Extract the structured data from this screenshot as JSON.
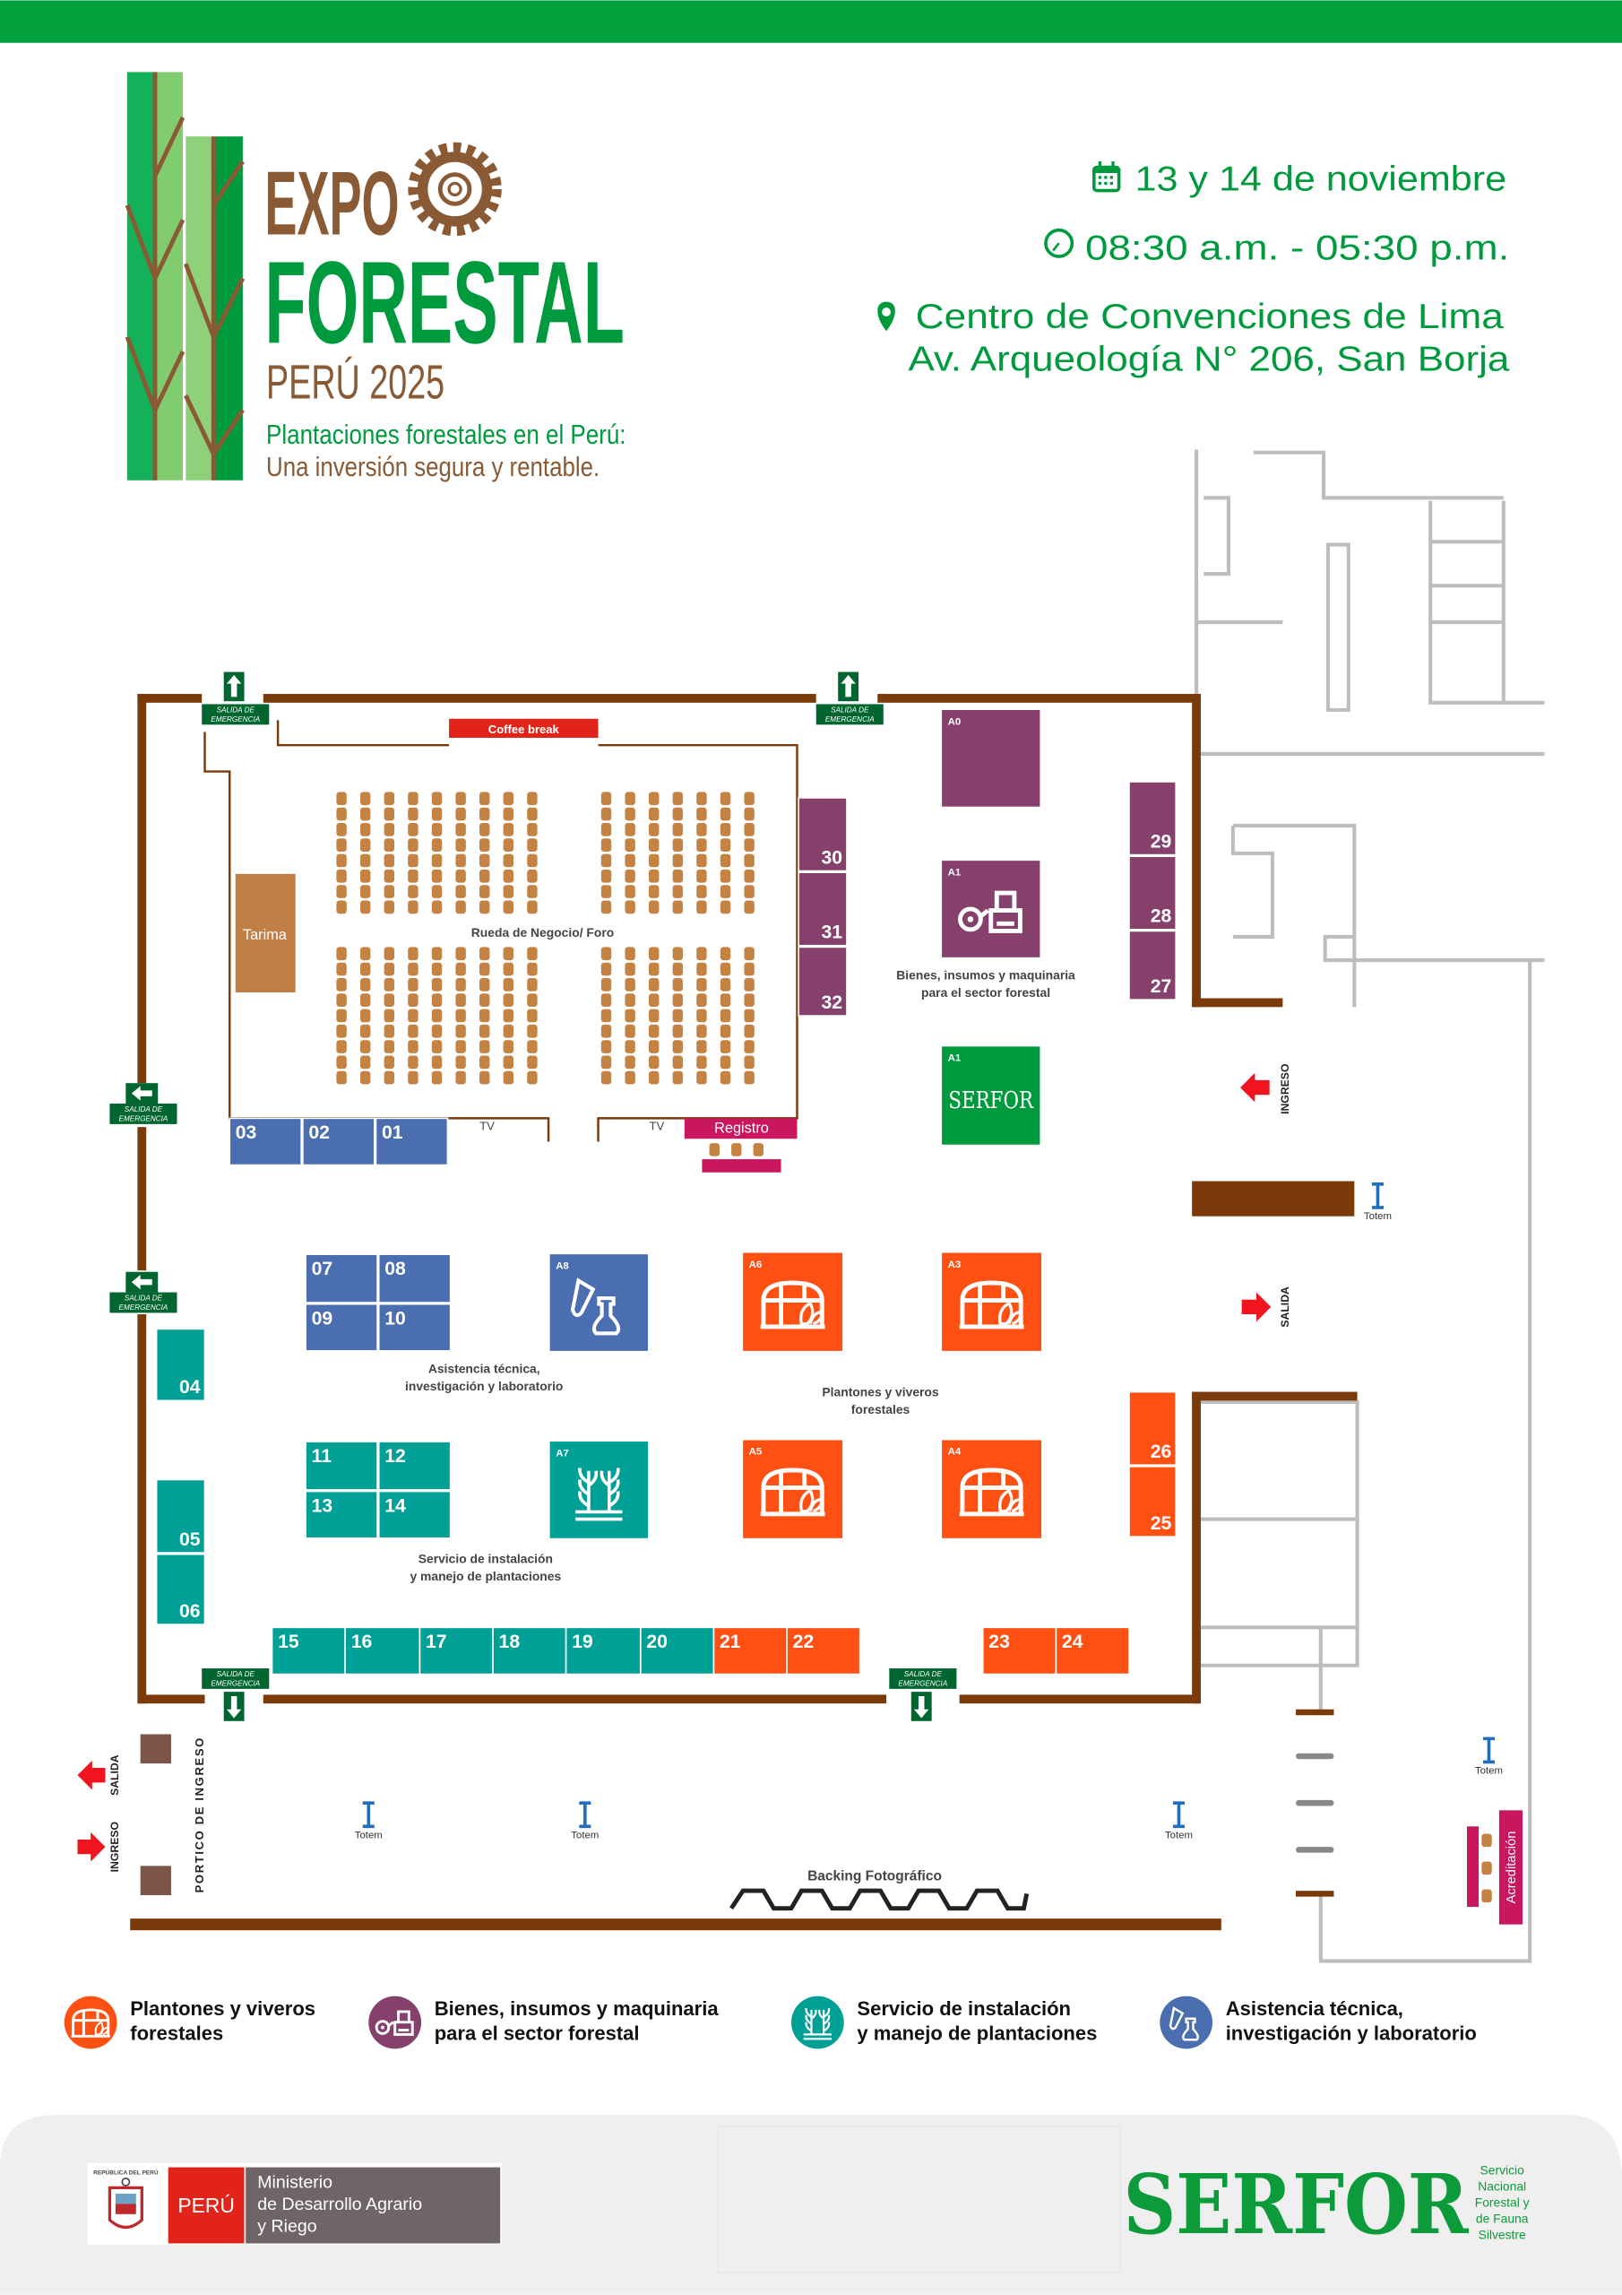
{
  "colors": {
    "green": "#009a3e",
    "brown_wall": "#7a3a0a",
    "logo_brown": "#8a5a35",
    "purple": "#86406c",
    "blue": "#4a6eb0",
    "teal": "#00a096",
    "orange": "#ff5014",
    "magenta": "#c8175f",
    "seat": "#c48243",
    "exit_green": "#00652e",
    "arrow_red": "#f0141e"
  },
  "logo": {
    "line1": "EXPO",
    "line2": "FORESTAL",
    "line3": "PERÚ 2025",
    "tagline1": "Plantaciones forestales en el Perú:",
    "tagline2": "Una inversión segura y rentable."
  },
  "event_info": {
    "date": "13 y 14 de noviembre",
    "date_icon": "calendar-icon",
    "time": "08:30 a.m. - 05:30 p.m.",
    "time_icon": "clock-icon",
    "venue": "Centro de Convenciones de Lima",
    "venue_icon": "location-pin-icon",
    "address": "Av. Arqueología N° 206, San Borja"
  },
  "floorplan": {
    "coffee_break": "Coffee break",
    "stage": "Tarima",
    "forum": "Rueda de Negocio/ Foro",
    "tv": "TV",
    "registration": "Registro",
    "emergency_exit": [
      "SALIDA DE",
      "EMERGENCIA"
    ],
    "entrance": "INGRESO",
    "exit": "SALIDA",
    "totem": "Totem",
    "portico": "PORTICO DE INGRESO",
    "backing": "Backing Fotográfico",
    "accreditation": "Acreditación",
    "serfor_booth": "SERFOR",
    "zone_labels": {
      "machinery": [
        "Bienes, insumos y maquinaria",
        "para el sector forestal"
      ],
      "assistance": [
        "Asistencia técnica,",
        "investigación y laboratorio"
      ],
      "nursery": [
        "Plantones y viveros",
        "forestales"
      ],
      "installation": [
        "Servicio de instalación",
        "y manejo de plantaciones"
      ]
    }
  },
  "booths": [
    {
      "id": "01",
      "category": "assistance"
    },
    {
      "id": "02",
      "category": "assistance"
    },
    {
      "id": "03",
      "category": "assistance"
    },
    {
      "id": "04",
      "category": "installation"
    },
    {
      "id": "05",
      "category": "installation"
    },
    {
      "id": "06",
      "category": "installation"
    },
    {
      "id": "07",
      "category": "assistance"
    },
    {
      "id": "08",
      "category": "assistance"
    },
    {
      "id": "09",
      "category": "assistance"
    },
    {
      "id": "10",
      "category": "assistance"
    },
    {
      "id": "11",
      "category": "installation"
    },
    {
      "id": "12",
      "category": "installation"
    },
    {
      "id": "13",
      "category": "installation"
    },
    {
      "id": "14",
      "category": "installation"
    },
    {
      "id": "15",
      "category": "installation"
    },
    {
      "id": "16",
      "category": "installation"
    },
    {
      "id": "17",
      "category": "installation"
    },
    {
      "id": "18",
      "category": "installation"
    },
    {
      "id": "19",
      "category": "installation"
    },
    {
      "id": "20",
      "category": "installation"
    },
    {
      "id": "21",
      "category": "nursery"
    },
    {
      "id": "22",
      "category": "nursery"
    },
    {
      "id": "23",
      "category": "nursery"
    },
    {
      "id": "24",
      "category": "nursery"
    },
    {
      "id": "25",
      "category": "nursery"
    },
    {
      "id": "26",
      "category": "nursery"
    },
    {
      "id": "27",
      "category": "machinery"
    },
    {
      "id": "28",
      "category": "machinery"
    },
    {
      "id": "29",
      "category": "machinery"
    },
    {
      "id": "30",
      "category": "machinery"
    },
    {
      "id": "31",
      "category": "machinery"
    },
    {
      "id": "32",
      "category": "machinery"
    }
  ],
  "pavilions": [
    {
      "id": "A0",
      "category": "machinery",
      "icon": ""
    },
    {
      "id": "A1",
      "category": "machinery",
      "icon": "tractor-icon"
    },
    {
      "id": "A1",
      "category": "serfor",
      "icon": "serfor-logo"
    },
    {
      "id": "A8",
      "category": "assistance",
      "icon": "lab-flask-icon"
    },
    {
      "id": "A6",
      "category": "nursery",
      "icon": "greenhouse-icon"
    },
    {
      "id": "A3",
      "category": "nursery",
      "icon": "greenhouse-icon"
    },
    {
      "id": "A7",
      "category": "installation",
      "icon": "plants-icon"
    },
    {
      "id": "A5",
      "category": "nursery",
      "icon": "greenhouse-icon"
    },
    {
      "id": "A4",
      "category": "nursery",
      "icon": "greenhouse-icon"
    }
  ],
  "legend": [
    {
      "category": "nursery",
      "icon": "greenhouse-icon",
      "line1": "Plantones y viveros",
      "line2": "forestales"
    },
    {
      "category": "machinery",
      "icon": "tractor-icon",
      "line1": "Bienes, insumos y maquinaria",
      "line2": "para el sector forestal"
    },
    {
      "category": "installation",
      "icon": "plants-icon",
      "line1": "Servicio de instalación",
      "line2": "y manejo de plantaciones"
    },
    {
      "category": "assistance",
      "icon": "lab-flask-icon",
      "line1": "Asistencia técnica,",
      "line2": "investigación y laboratorio"
    }
  ],
  "footer": {
    "peru": "PERÚ",
    "ministry": [
      "Ministerio",
      "de Desarrollo Agrario",
      "y Riego"
    ],
    "coat_of_arms_text": "REPÚBLICA DEL PERÚ",
    "serfor": "SERFOR",
    "serfor_sub": [
      "Servicio",
      "Nacional",
      "Forestal y",
      "de Fauna",
      "Silvestre"
    ]
  }
}
